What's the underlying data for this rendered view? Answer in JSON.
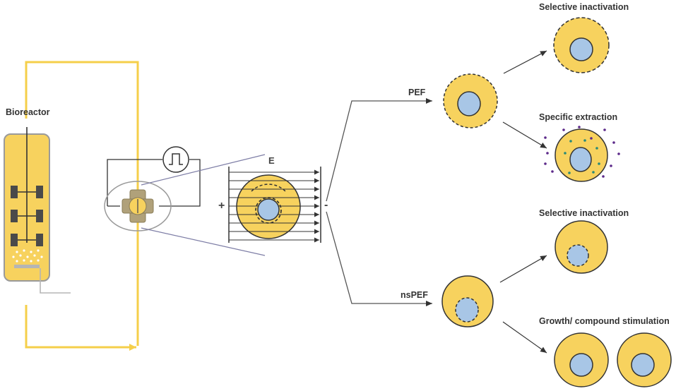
{
  "colors": {
    "cell_fill": "#f7d25e",
    "nucleus_fill": "#a8c6e6",
    "tube": "#f5cf4a",
    "line": "#555555",
    "zoom_line": "#7e7ea6",
    "electrode": "#b0a17a",
    "particle_purple": "#5c2a8a",
    "particle_teal": "#2a8a78"
  },
  "labels": {
    "bioreactor": "Bioreactor",
    "field": "E",
    "plus": "+",
    "minus": "-",
    "pef": "PEF",
    "nspef": "nsPEF",
    "selective_inactivation_top": "Selective inactivation",
    "specific_extraction": "Specific extraction",
    "selective_inactivation_bottom": "Selective inactivation",
    "growth_stimulation": "Growth/ compound stimulation"
  },
  "icons": {
    "pulse_generator": "square-pulse-icon",
    "treatment_chamber": "treatment-chamber-icon"
  }
}
